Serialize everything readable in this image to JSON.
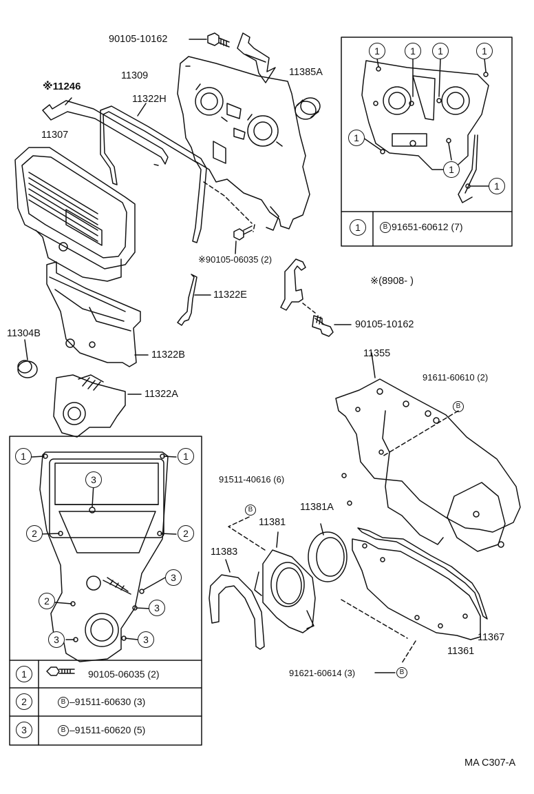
{
  "labels": {
    "p90105_10162_top": "90105-10162",
    "p11309": "11309",
    "p11385A": "11385A",
    "p11246": "※11246",
    "p11322H": "11322H",
    "p11307": "11307",
    "p90105_06035": "※90105-06035 (2)",
    "p11322E": "11322E",
    "p8908": "※(8908-        )",
    "p90105_10162_mid": "90105-10162",
    "p11304B": "11304B",
    "p11322B": "11322B",
    "p11322A": "11322A",
    "p11355": "11355",
    "p91611": "91611-60610 (2)",
    "p91511_40616": "91511-40616 (6)",
    "p11381A": "11381A",
    "p11381": "11381",
    "p11383": "11383",
    "p11367": "11367",
    "p11361": "11361",
    "p91621": "91621-60614 (3)",
    "code": "MA C307-A"
  },
  "callout": "1",
  "callout_labels": {
    "c1": "1",
    "c2": "2",
    "c3": "3"
  },
  "bolt_letter": "B",
  "top_table": {
    "num": "1",
    "part": "91651-60612 (7)"
  },
  "bottom_table": [
    {
      "num": "1",
      "part": "90105-06035 (2)"
    },
    {
      "num": "2",
      "part": "91511-60630 (3)"
    },
    {
      "num": "3",
      "part": "91511-60620 (5)"
    }
  ]
}
